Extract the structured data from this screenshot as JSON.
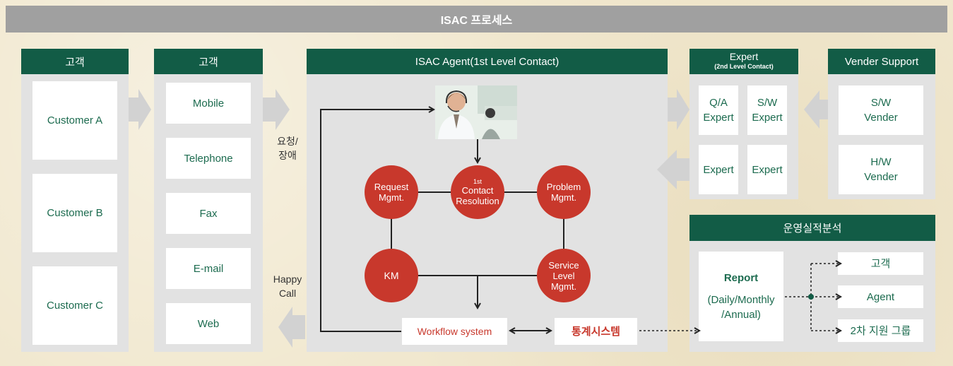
{
  "title": "ISAC 프로세스",
  "customers": {
    "header": "고객",
    "items": [
      "Customer A",
      "Customer B",
      "Customer C"
    ]
  },
  "channels": {
    "header": "고객",
    "items": [
      "Mobile",
      "Telephone",
      "Fax",
      "E-mail",
      "Web"
    ]
  },
  "side_labels": {
    "request": [
      "요청/",
      "장애"
    ],
    "happy_call": [
      "Happy",
      "Call"
    ]
  },
  "agent": {
    "header": "ISAC Agent(1st Level Contact)",
    "nodes": {
      "request": [
        "Request",
        "Mgmt."
      ],
      "contact": {
        "sup": "1st",
        "lines": [
          "Contact",
          "Resolution"
        ]
      },
      "problem": [
        "Problem",
        "Mgmt."
      ],
      "km": "KM",
      "service": [
        "Service",
        "Level",
        "Mgmt."
      ]
    },
    "workflow": "Workflow system",
    "stats": "통계시스템"
  },
  "expert": {
    "title": "Expert",
    "subtitle": "(2nd Level Contact)",
    "items": [
      [
        "Q/A",
        "Expert"
      ],
      [
        "S/W",
        "Expert"
      ],
      [
        "Expert"
      ],
      [
        "Expert"
      ]
    ]
  },
  "vendor": {
    "header": "Vender Support",
    "items": [
      [
        "S/W",
        "Vender"
      ],
      [
        "H/W",
        "Vender"
      ]
    ]
  },
  "ops": {
    "header": "운영실적분석",
    "report_title": "Report",
    "report_lines": [
      "(Daily/Monthly",
      "/Annual)"
    ],
    "targets": [
      "고객",
      "Agent",
      "2차 지원 그룹"
    ]
  },
  "colors": {
    "green": "#125c46",
    "red": "#c8382c",
    "panel": "#e2e2e2",
    "gray_bar": "#a0a0a0"
  }
}
